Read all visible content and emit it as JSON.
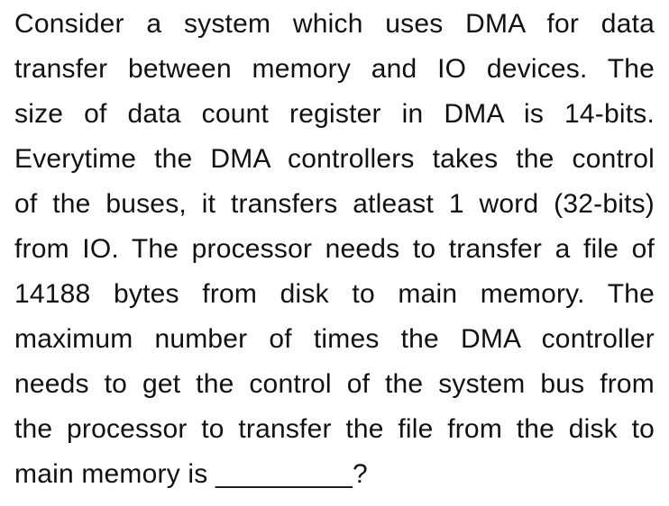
{
  "page": {
    "background_color": "#ffffff",
    "text_color": "#111111"
  },
  "question": {
    "lines": [
      "Consider a system which uses DMA for data",
      "transfer between memory and IO devices. The",
      "size of data count register in DMA is 14-bits.",
      "Everytime the DMA controllers takes the control",
      "of the buses, it transfers atleast 1 word (32-bits)",
      "from IO. The processor needs to transfer a file of",
      "14188 bytes from disk to main memory. The",
      "maximum number of times the DMA controller",
      "needs to get the control of the system bus from",
      "the processor to transfer the file from the disk to",
      "main memory is _________?"
    ]
  }
}
